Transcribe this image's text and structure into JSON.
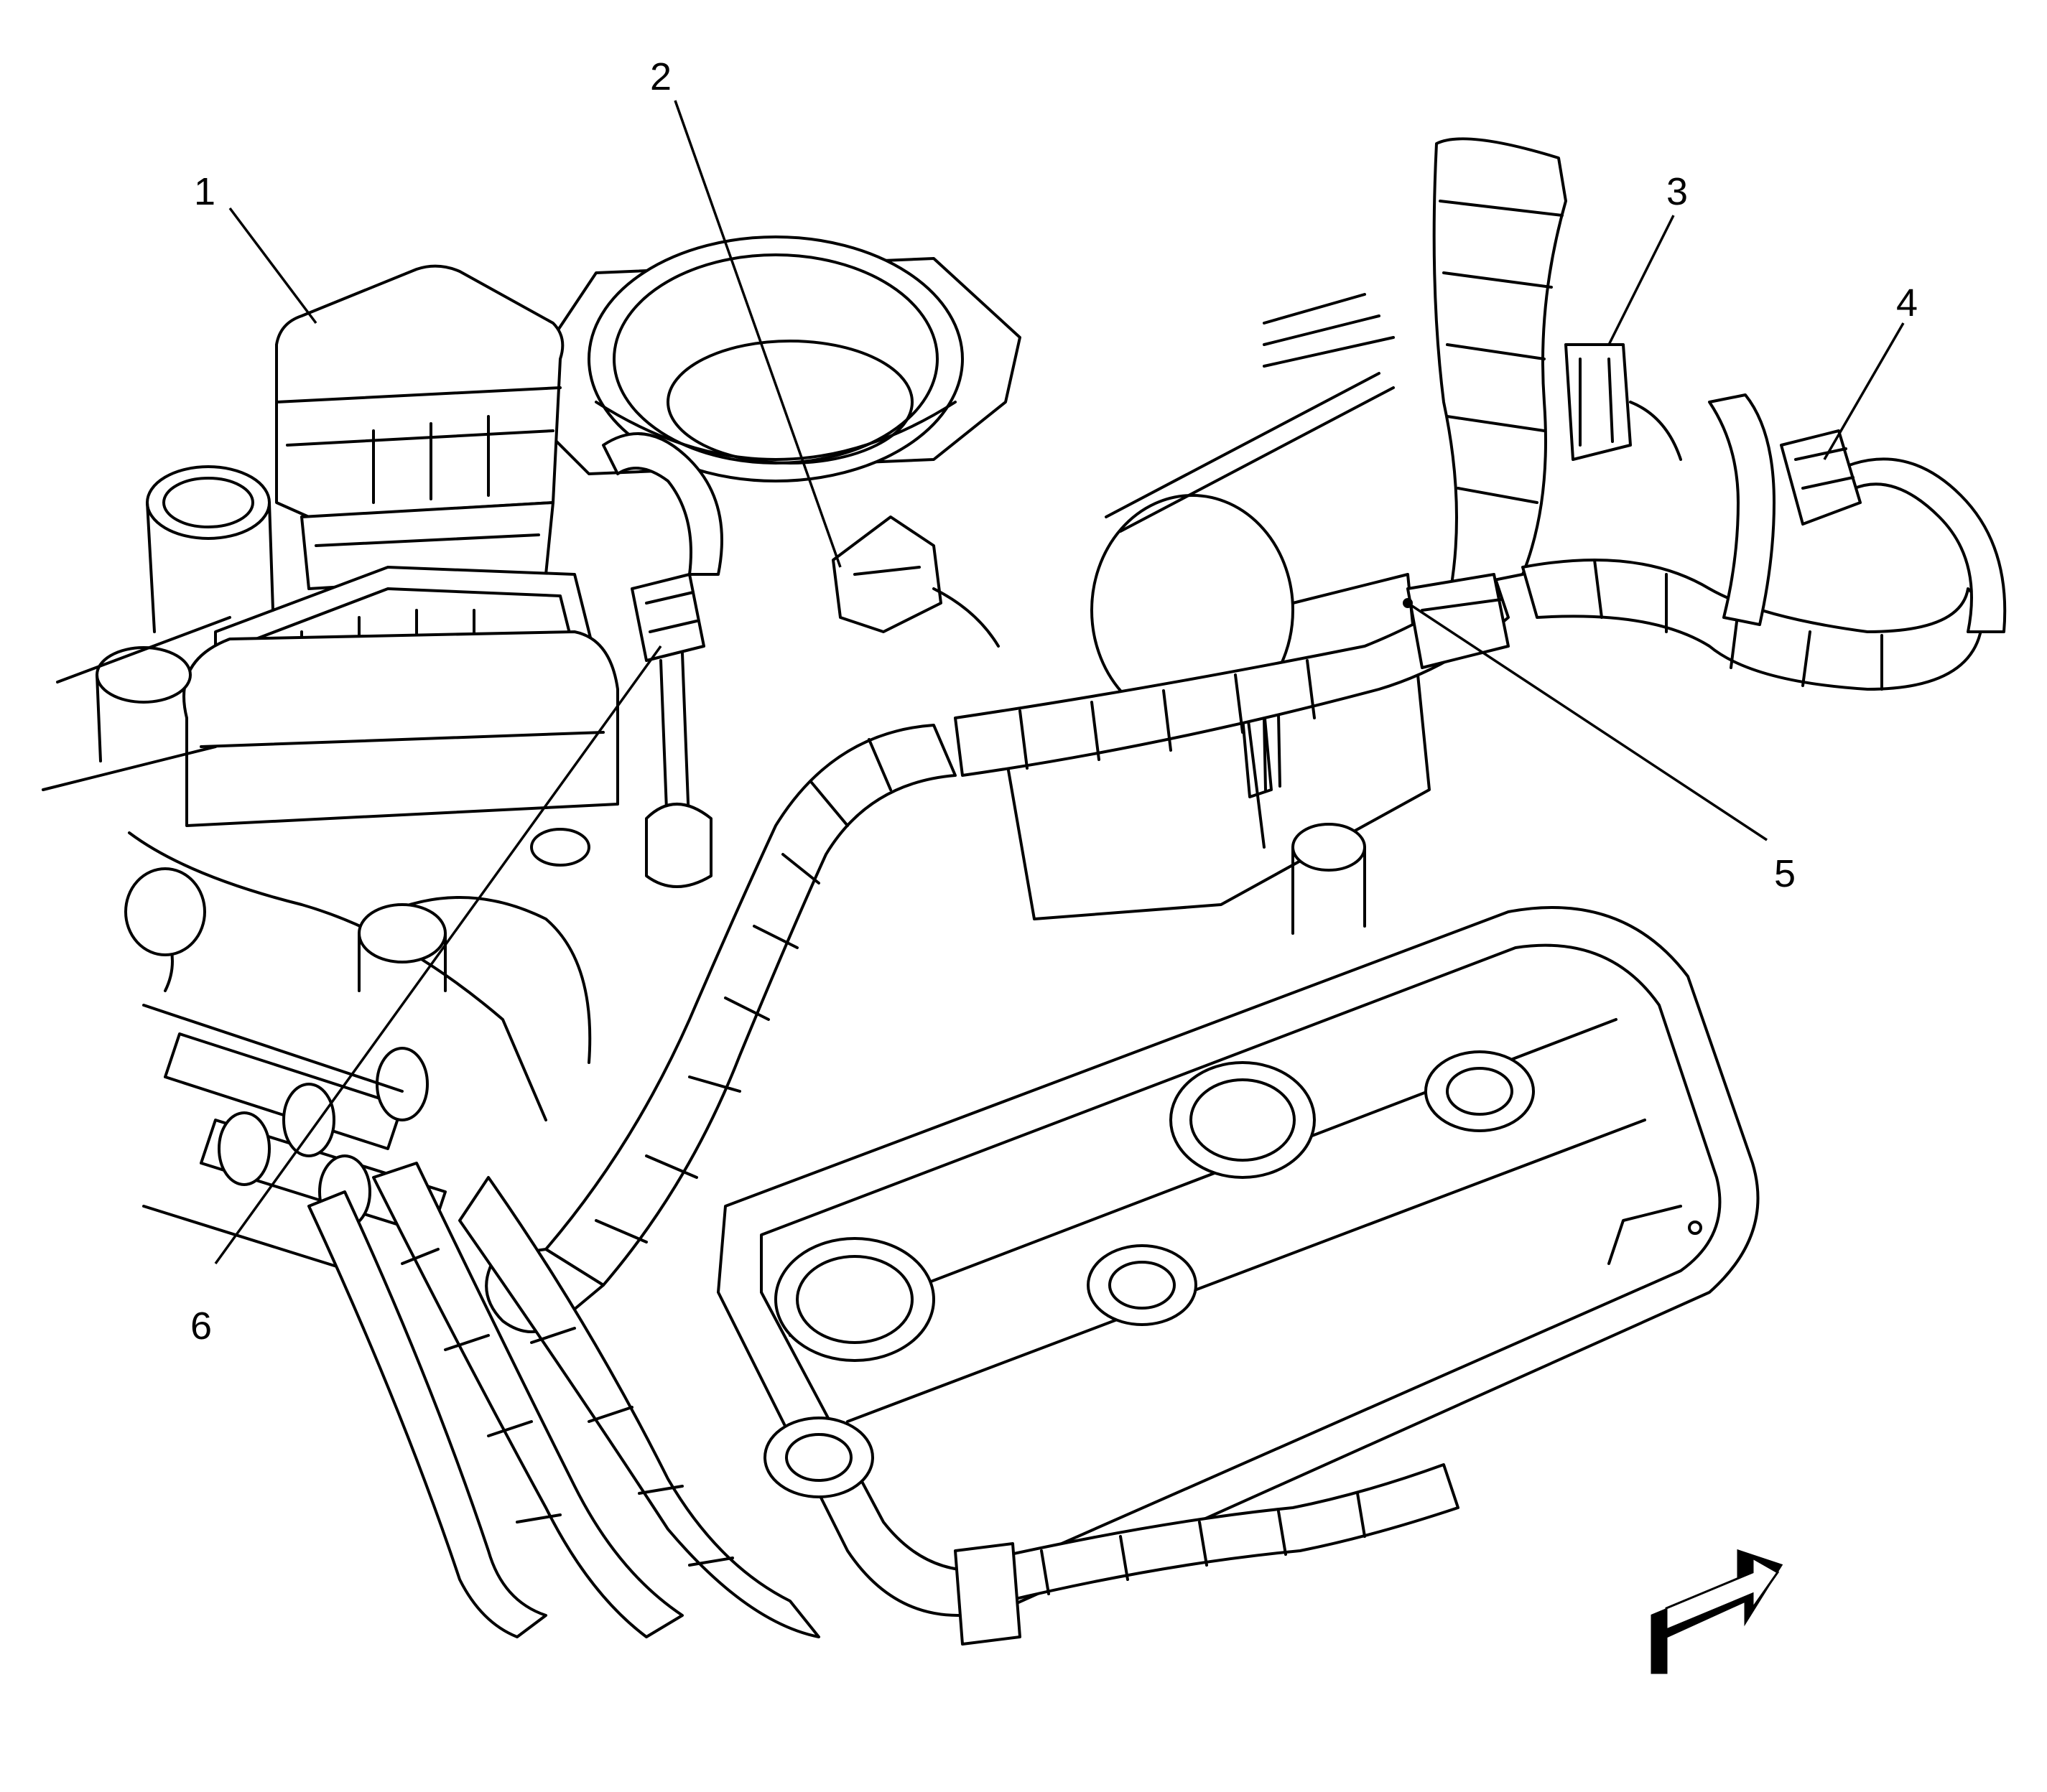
{
  "callouts": [
    {
      "id": "1",
      "label": "1"
    },
    {
      "id": "2",
      "label": "2"
    },
    {
      "id": "3",
      "label": "3"
    },
    {
      "id": "4",
      "label": "4"
    },
    {
      "id": "5",
      "label": "5"
    },
    {
      "id": "6",
      "label": "6"
    }
  ],
  "icons": {
    "direction": "front-of-vehicle-arrow-icon"
  }
}
